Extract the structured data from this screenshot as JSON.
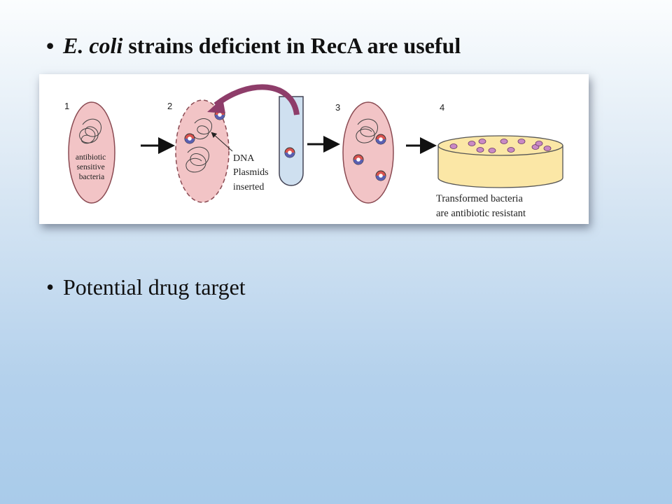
{
  "bullets": [
    {
      "symbol": "•",
      "italic_part": "E. coli",
      "rest": " strains deficient in RecA are useful"
    },
    {
      "symbol": "•",
      "text": "Potential drug target"
    }
  ],
  "figure": {
    "step_numbers": [
      "1",
      "2",
      "3",
      "4"
    ],
    "cell1_label": [
      "antibiotic",
      "sensitive",
      "bacteria"
    ],
    "plasmid_label": [
      "DNA",
      "Plasmids",
      "inserted"
    ],
    "result_label": [
      "Transformed bacteria",
      "are antibiotic resistant"
    ],
    "colors": {
      "cell_fill": "#f2c4c6",
      "cell_stroke": "#8a4a52",
      "tube_fill": "#cfe0f0",
      "curved_arrow": "#8e3d6a",
      "dish_fill": "#fbe7a6",
      "colony": "#c989c4"
    }
  }
}
